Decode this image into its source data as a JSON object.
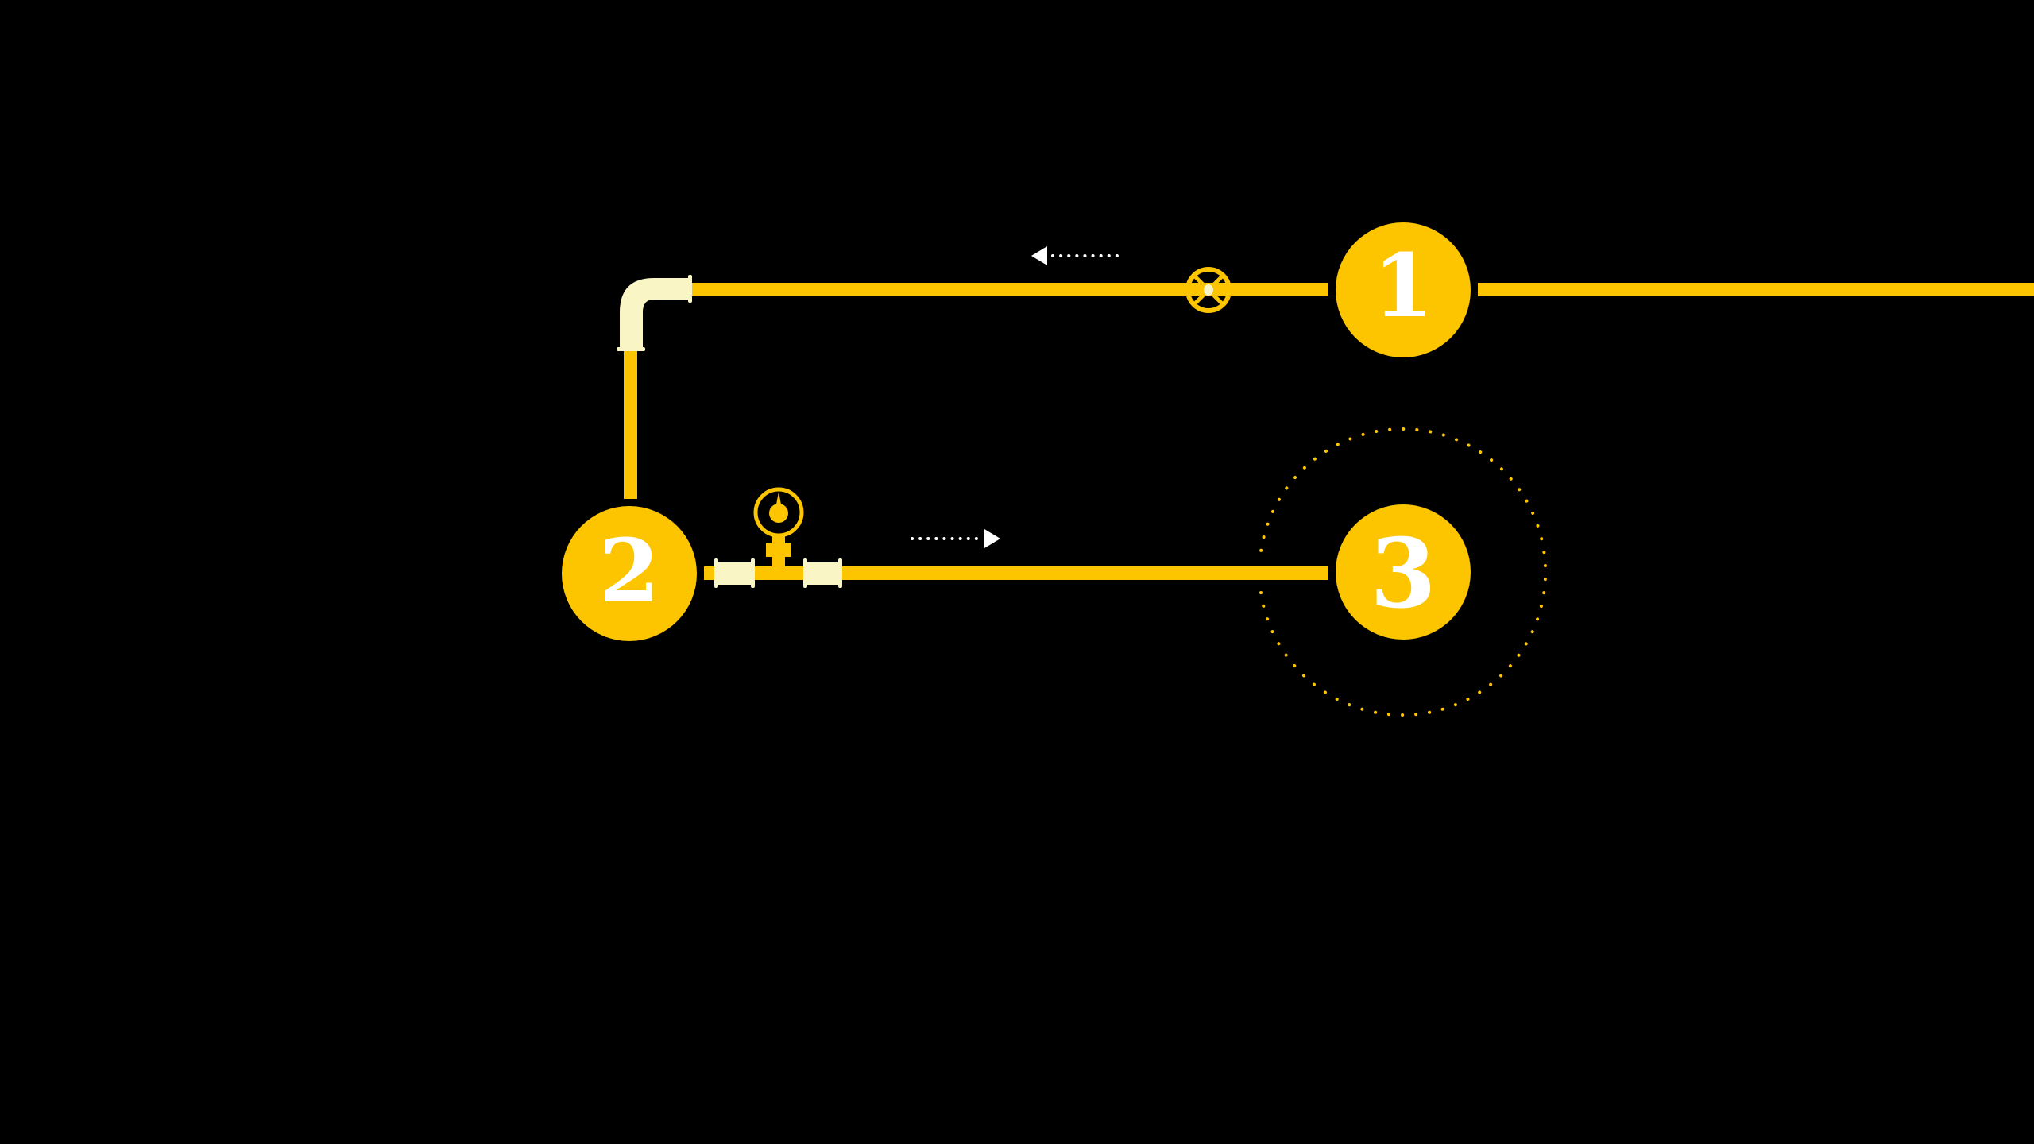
{
  "colors": {
    "background": "#000000",
    "pipe": "#FCC500",
    "fitting": "#FAF5C4",
    "arrow": "#FFFFFF",
    "number_text": "#FFFFFF"
  },
  "nodes": [
    {
      "label": "1"
    },
    {
      "label": "2"
    },
    {
      "label": "3",
      "highlighted": true
    }
  ],
  "flow_arrows": [
    {
      "direction": "left"
    },
    {
      "direction": "right"
    }
  ],
  "components": [
    "elbow-fitting",
    "valve-wheel",
    "pressure-gauge",
    "pipe-couplings"
  ]
}
